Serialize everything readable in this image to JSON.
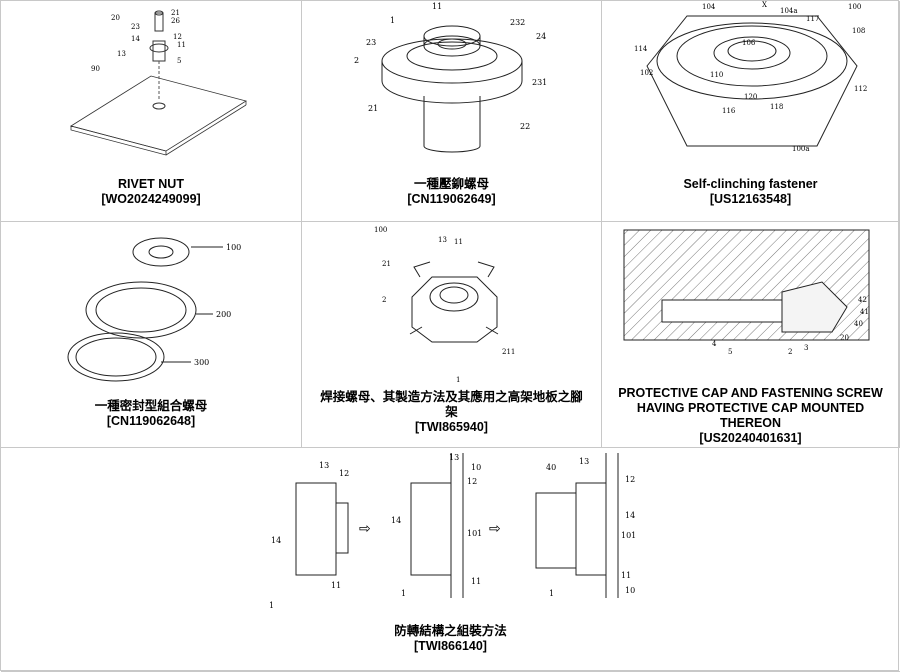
{
  "patents": [
    {
      "title": "RIVET NUT",
      "number": "[WO2024249099]",
      "labels": [
        "20",
        "21",
        "23",
        "26",
        "12",
        "14",
        "11",
        "13",
        "90",
        "5"
      ]
    },
    {
      "title": "一種壓鉚螺母",
      "number": "[CN119062649]",
      "labels": [
        "11",
        "1",
        "232",
        "23",
        "24",
        "2",
        "231",
        "21",
        "22"
      ]
    },
    {
      "title": "Self-clinching fastener",
      "number": "[US12163548]",
      "labels": [
        "104",
        "X",
        "104a",
        "117",
        "100",
        "114",
        "106",
        "108",
        "102",
        "110",
        "112",
        "120",
        "118",
        "116",
        "100a"
      ]
    },
    {
      "title": "一種密封型組合螺母",
      "number": "[CN119062648]",
      "labels": [
        "100",
        "200",
        "300"
      ]
    },
    {
      "title": "焊接螺母、其製造方法及其應用之高架地板之腳架",
      "number": "[TWI865940]",
      "labels": [
        "100",
        "13",
        "11",
        "21",
        "2",
        "211",
        "1"
      ]
    },
    {
      "title": "PROTECTIVE CAP AND FASTENING SCREW HAVING PROTECTIVE CAP MOUNTED THEREON",
      "number": "[US20240401631]",
      "labels": [
        "4",
        "5",
        "2",
        "3",
        "20",
        "40",
        "41",
        "42"
      ]
    },
    {
      "title": "防轉結構之組裝方法",
      "number": "[TWI866140]",
      "labels": [
        "13",
        "12",
        "14",
        "11",
        "1",
        "10",
        "101",
        "40"
      ]
    }
  ]
}
